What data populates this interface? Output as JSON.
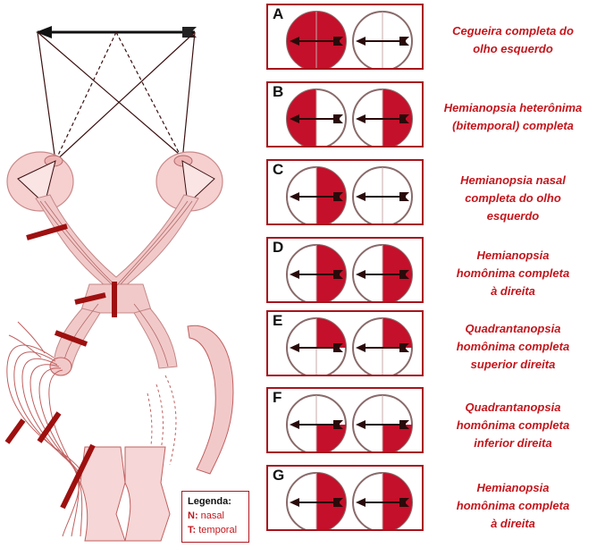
{
  "legend": {
    "title": "Legenda:",
    "items": [
      {
        "key": "N:",
        "value": "nasal"
      },
      {
        "key": "T:",
        "value": "temporal"
      }
    ]
  },
  "colors": {
    "lesion_fill": "#c4102a",
    "border": "#a8141c",
    "pathway": "#f2c9c9",
    "lesion_bar": "#9e1010",
    "caption": "#c4161c"
  },
  "defects": [
    {
      "letter": "A",
      "caption": [
        "Cegueira completa do",
        "olho esquerdo"
      ],
      "left": "full",
      "right": "none"
    },
    {
      "letter": "B",
      "caption": [
        "Hemianopsia heterônima",
        "(bitemporal) completa"
      ],
      "left": "left-half",
      "right": "right-half"
    },
    {
      "letter": "C",
      "caption": [
        "Hemianopsia nasal",
        "completa do olho",
        "esquerdo"
      ],
      "left": "right-half",
      "right": "none"
    },
    {
      "letter": "D",
      "caption": [
        "Hemianopsia",
        "homônima completa",
        "à direita"
      ],
      "left": "right-half",
      "right": "right-half"
    },
    {
      "letter": "E",
      "caption": [
        "Quadrantanopsia",
        "homônima completa",
        "superior direita"
      ],
      "left": "upper-right",
      "right": "upper-right"
    },
    {
      "letter": "F",
      "caption": [
        "Quadrantanopsia",
        "homônima completa",
        "inferior direita"
      ],
      "left": "lower-right",
      "right": "lower-right"
    },
    {
      "letter": "G",
      "caption": [
        "Hemianopsia",
        "homônima completa",
        "à direita"
      ],
      "left": "right-half",
      "right": "right-half"
    }
  ]
}
